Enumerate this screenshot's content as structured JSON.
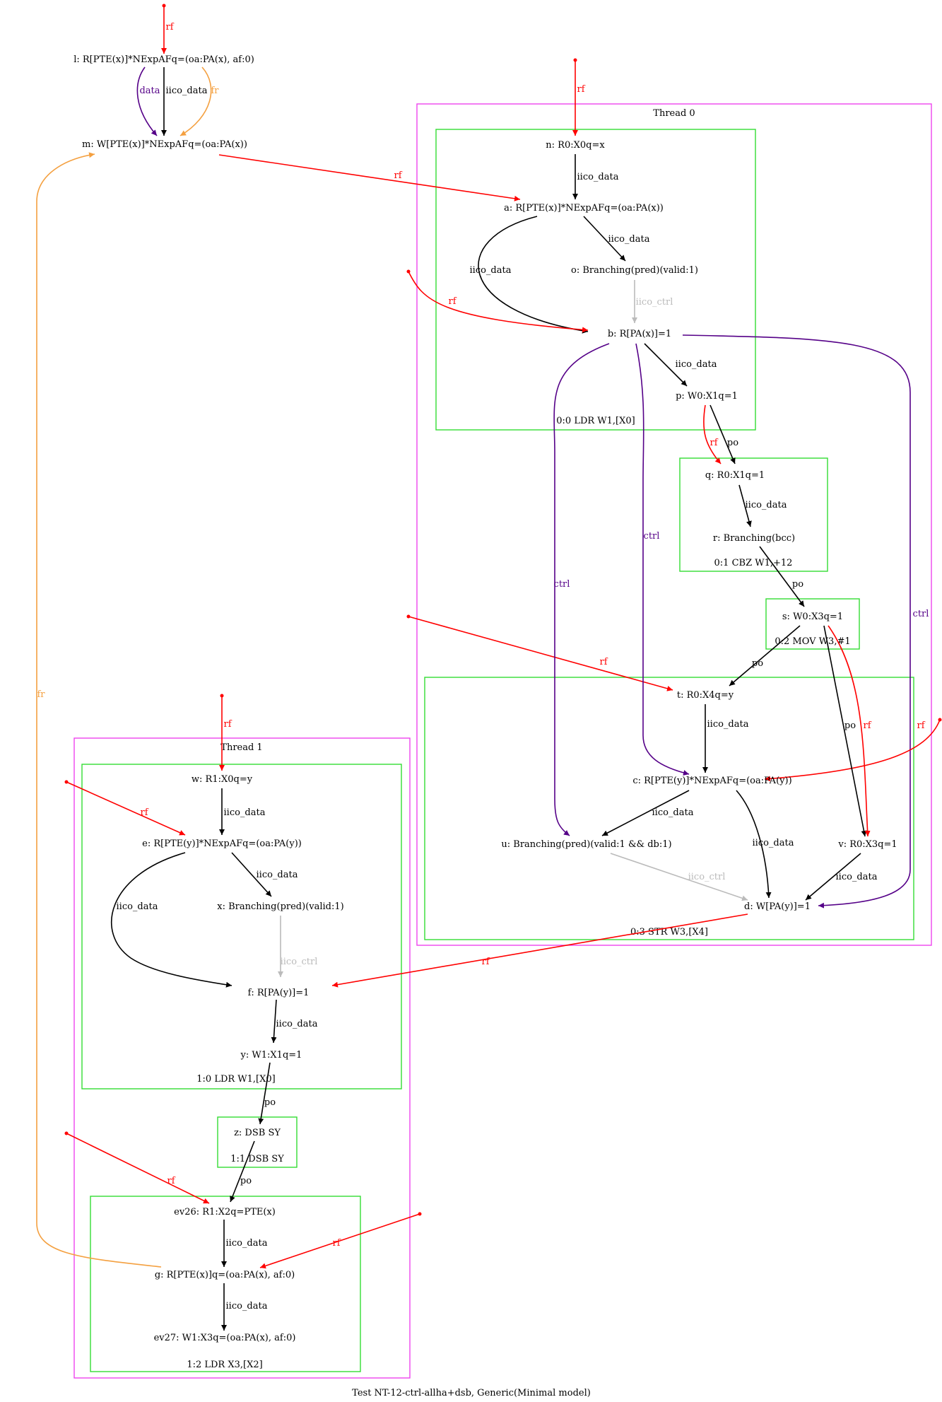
{
  "caption": "Test NT-12-ctrl-allha+dsb, Generic(Minimal model)",
  "colors": {
    "rf": "#ff0000",
    "fr": "#f4a040",
    "data": "#550088",
    "ctrl": "#550088",
    "iico_data": "#000000",
    "iico_ctrl": "#bbbbbb",
    "po": "#000000",
    "thread_box": "#ee44ee",
    "instr_box": "#33dd33"
  },
  "threads": [
    {
      "label": "Thread 0"
    },
    {
      "label": "Thread 1"
    }
  ],
  "instructions": [
    {
      "id": "i00",
      "label": "0:0 LDR W1,[X0]"
    },
    {
      "id": "i01",
      "label": "0:1 CBZ W1,+12"
    },
    {
      "id": "i02",
      "label": "0:2 MOV W3,#1"
    },
    {
      "id": "i03",
      "label": "0:3 STR W3,[X4]"
    },
    {
      "id": "i10",
      "label": "1:0 LDR W1,[X0]"
    },
    {
      "id": "i11",
      "label": "1:1 DSB SY"
    },
    {
      "id": "i12",
      "label": "1:2 LDR X3,[X2]"
    }
  ],
  "nodes": [
    {
      "id": "l",
      "label": "l: R[PTE(x)]*NExpAFq=(oa:PA(x), af:0)"
    },
    {
      "id": "m",
      "label": "m: W[PTE(x)]*NExpAFq=(oa:PA(x))"
    },
    {
      "id": "n",
      "label": "n: R0:X0q=x"
    },
    {
      "id": "a",
      "label": "a: R[PTE(x)]*NExpAFq=(oa:PA(x))"
    },
    {
      "id": "o",
      "label": "o: Branching(pred)(valid:1)"
    },
    {
      "id": "b",
      "label": "b: R[PA(x)]=1"
    },
    {
      "id": "p",
      "label": "p: W0:X1q=1"
    },
    {
      "id": "q",
      "label": "q: R0:X1q=1"
    },
    {
      "id": "r",
      "label": "r: Branching(bcc)"
    },
    {
      "id": "s",
      "label": "s: W0:X3q=1"
    },
    {
      "id": "t",
      "label": "t: R0:X4q=y"
    },
    {
      "id": "c",
      "label": "c: R[PTE(y)]*NExpAFq=(oa:PA(y))"
    },
    {
      "id": "u",
      "label": "u: Branching(pred)(valid:1 && db:1)"
    },
    {
      "id": "v",
      "label": "v: R0:X3q=1"
    },
    {
      "id": "d",
      "label": "d: W[PA(y)]=1"
    },
    {
      "id": "w",
      "label": "w: R1:X0q=y"
    },
    {
      "id": "e",
      "label": "e: R[PTE(y)]*NExpAFq=(oa:PA(y))"
    },
    {
      "id": "x",
      "label": "x: Branching(pred)(valid:1)"
    },
    {
      "id": "f",
      "label": "f: R[PA(y)]=1"
    },
    {
      "id": "y",
      "label": "y: W1:X1q=1"
    },
    {
      "id": "z",
      "label": "z: DSB SY"
    },
    {
      "id": "ev26",
      "label": "ev26: R1:X2q=PTE(x)"
    },
    {
      "id": "g",
      "label": "g: R[PTE(x)]q=(oa:PA(x), af:0)"
    },
    {
      "id": "ev27",
      "label": "ev27: W1:X3q=(oa:PA(x), af:0)"
    }
  ],
  "edges": [
    {
      "id": "e1",
      "label": "rf",
      "kind": "rf"
    },
    {
      "id": "e2",
      "label": "data",
      "kind": "data"
    },
    {
      "id": "e3",
      "label": "iico_data",
      "kind": "iico_data"
    },
    {
      "id": "e4",
      "label": "fr",
      "kind": "fr"
    },
    {
      "id": "e5",
      "label": "rf",
      "kind": "rf"
    },
    {
      "id": "e6",
      "label": "rf",
      "kind": "rf"
    },
    {
      "id": "e7",
      "label": "iico_data",
      "kind": "iico_data"
    },
    {
      "id": "e8",
      "label": "iico_data",
      "kind": "iico_data"
    },
    {
      "id": "e9",
      "label": "iico_data",
      "kind": "iico_data"
    },
    {
      "id": "e10",
      "label": "iico_ctrl",
      "kind": "iico_ctrl"
    },
    {
      "id": "e11",
      "label": "rf",
      "kind": "rf"
    },
    {
      "id": "e12",
      "label": "iico_data",
      "kind": "iico_data"
    },
    {
      "id": "e13",
      "label": "rf",
      "kind": "rf"
    },
    {
      "id": "e14",
      "label": "po",
      "kind": "po"
    },
    {
      "id": "e15",
      "label": "iico_data",
      "kind": "iico_data"
    },
    {
      "id": "e16",
      "label": "po",
      "kind": "po"
    },
    {
      "id": "e17",
      "label": "po",
      "kind": "po"
    },
    {
      "id": "e18",
      "label": "rf",
      "kind": "rf"
    },
    {
      "id": "e19",
      "label": "ctrl",
      "kind": "ctrl"
    },
    {
      "id": "e20",
      "label": "ctrl",
      "kind": "ctrl"
    },
    {
      "id": "e21",
      "label": "ctrl",
      "kind": "ctrl"
    },
    {
      "id": "e22",
      "label": "iico_data",
      "kind": "iico_data"
    },
    {
      "id": "e23",
      "label": "rf",
      "kind": "rf"
    },
    {
      "id": "e24",
      "label": "iico_data",
      "kind": "iico_data"
    },
    {
      "id": "e25",
      "label": "iico_data",
      "kind": "iico_data"
    },
    {
      "id": "e26",
      "label": "po",
      "kind": "po"
    },
    {
      "id": "e27",
      "label": "rf",
      "kind": "rf"
    },
    {
      "id": "e28",
      "label": "iico_ctrl",
      "kind": "iico_ctrl"
    },
    {
      "id": "e29",
      "label": "iico_data",
      "kind": "iico_data"
    },
    {
      "id": "e30",
      "label": "rf",
      "kind": "rf"
    },
    {
      "id": "e31",
      "label": "rf",
      "kind": "rf"
    },
    {
      "id": "e32",
      "label": "rf",
      "kind": "rf"
    },
    {
      "id": "e33",
      "label": "iico_data",
      "kind": "iico_data"
    },
    {
      "id": "e34",
      "label": "iico_data",
      "kind": "iico_data"
    },
    {
      "id": "e35",
      "label": "iico_data",
      "kind": "iico_data"
    },
    {
      "id": "e36",
      "label": "iico_ctrl",
      "kind": "iico_ctrl"
    },
    {
      "id": "e37",
      "label": "iico_data",
      "kind": "iico_data"
    },
    {
      "id": "e38",
      "label": "po",
      "kind": "po"
    },
    {
      "id": "e39",
      "label": "po",
      "kind": "po"
    },
    {
      "id": "e40",
      "label": "rf",
      "kind": "rf"
    },
    {
      "id": "e41",
      "label": "iico_data",
      "kind": "iico_data"
    },
    {
      "id": "e42",
      "label": "rf",
      "kind": "rf"
    },
    {
      "id": "e43",
      "label": "iico_data",
      "kind": "iico_data"
    },
    {
      "id": "e44",
      "label": "fr",
      "kind": "fr"
    }
  ]
}
